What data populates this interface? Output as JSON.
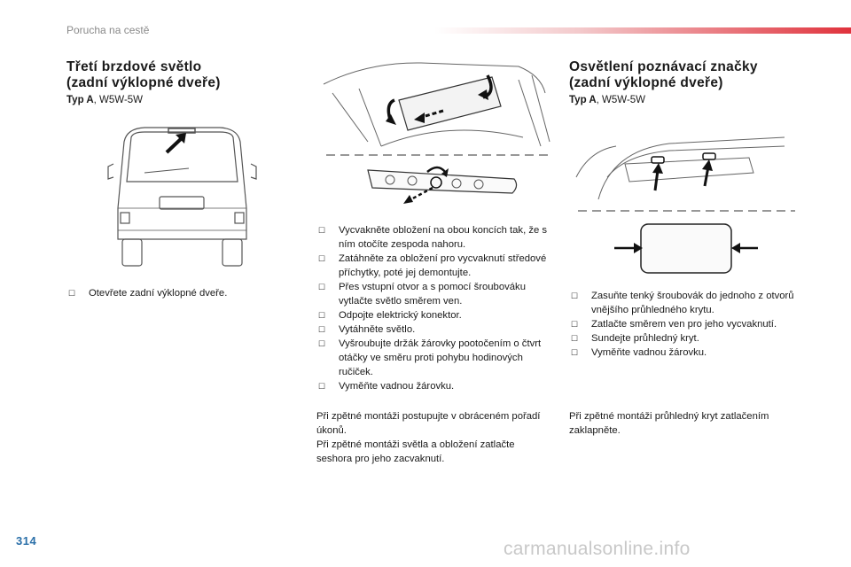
{
  "header": {
    "section": "Porucha na cestě",
    "accent_color": "#e0323c"
  },
  "col1": {
    "title_line1": "Třetí brzdové světlo",
    "title_line2": "(zadní výklopné dveře)",
    "type_prefix": "Typ A",
    "type_value": ", W5W-5W",
    "steps": [
      "Otevřete zadní výklopné dveře."
    ]
  },
  "col2": {
    "steps": [
      "Vycvakněte obložení na obou koncích tak, že s ním otočíte zespoda nahoru.",
      "Zatáhněte za obložení pro vycvaknutí středové příchytky, poté jej demontujte.",
      "Přes vstupní otvor a s pomocí šroubováku vytlačte světlo směrem ven.",
      "Odpojte elektrický konektor.",
      "Vytáhněte světlo.",
      "Vyšroubujte držák žárovky pootočením o čtvrt otáčky ve směru proti pohybu hodinových ručiček.",
      "Vyměňte vadnou žárovku."
    ],
    "note_line1": "Při zpětné montáži postupujte v obráceném pořadí úkonů.",
    "note_line2": "Při zpětné montáži světla a obložení zatlačte seshora pro jeho zacvaknutí."
  },
  "col3": {
    "title_line1": "Osvětlení poznávací značky",
    "title_line2": "(zadní výklopné dveře)",
    "type_prefix": "Typ A",
    "type_value": ", W5W-5W",
    "steps": [
      "Zasuňte tenký šroubovák do jednoho z otvorů vnějšího průhledného krytu.",
      "Zatlačte směrem ven pro jeho vycvaknutí.",
      "Sundejte průhledný kryt.",
      "Vyměňte vadnou žárovku."
    ],
    "note": "Při zpětné montáži průhledný kryt zatlačením zaklapněte."
  },
  "footer": {
    "page_number": "314",
    "watermark": "carmanualsonline.info"
  }
}
